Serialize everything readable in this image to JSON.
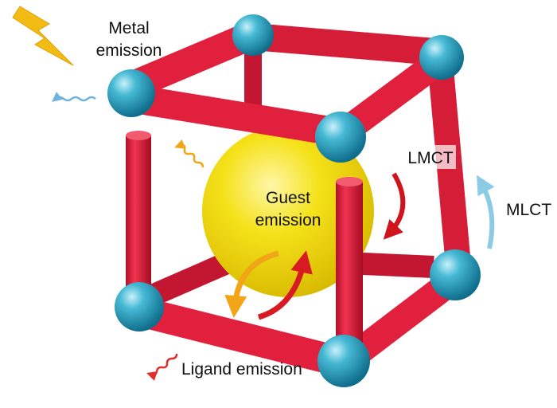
{
  "labels": {
    "metal": [
      "Metal",
      "emission"
    ],
    "guest": [
      "Guest",
      "emission"
    ],
    "lmct": "LMCT",
    "mlct": "MLCT",
    "ligand": "Ligand emission"
  },
  "colors": {
    "rod": "#e0203c",
    "rod_dark": "#a80d22",
    "node": "#3aaecb",
    "node_dark": "#1a7e9c",
    "guest": "#f1dc10",
    "lightning": "#f3bc14",
    "metal_wave": "#6fb3e0",
    "guest_wave": "#f2a516",
    "lmct_arrow": "#d0141e",
    "mlct_arrow": "#8ccbe6",
    "ligand_wave": "#e0302a"
  },
  "icons": [
    "lightning-icon",
    "metal-emission-wave-icon",
    "guest-emission-wave-icon",
    "ligand-emission-wave-icon",
    "lmct-arrow-icon",
    "mlct-arrow-icon"
  ]
}
